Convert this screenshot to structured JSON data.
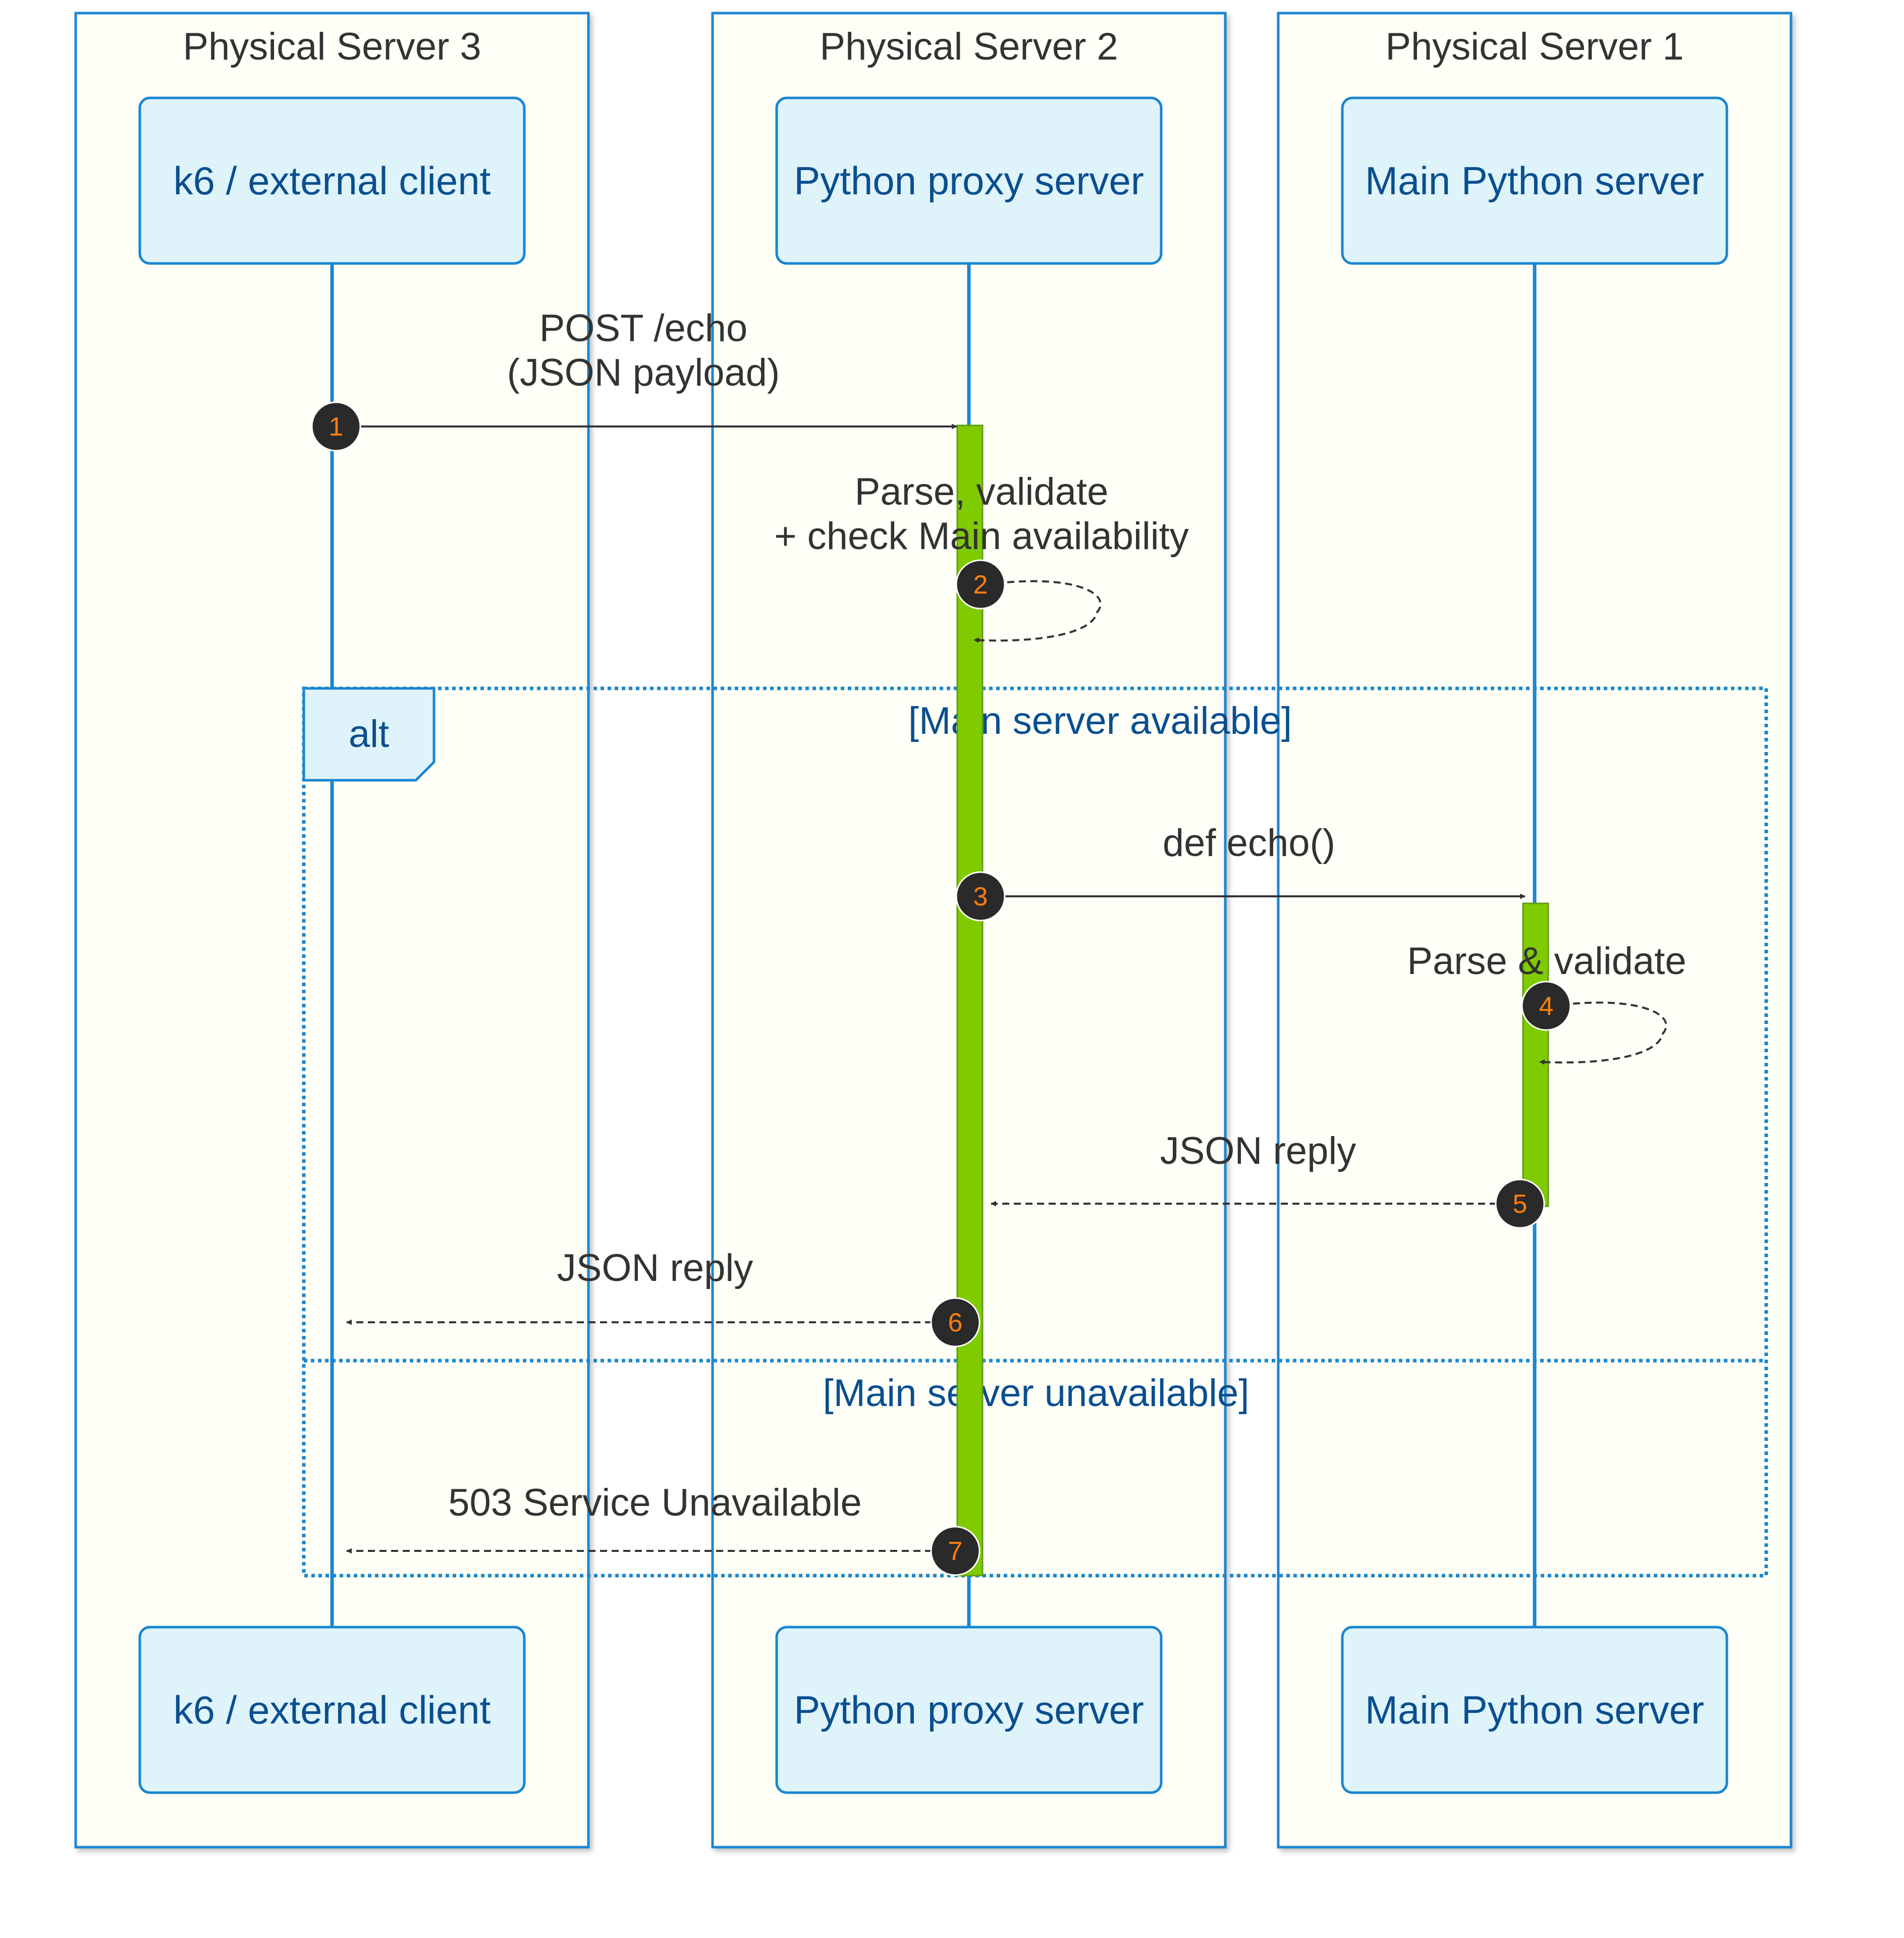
{
  "groups": [
    {
      "id": "g3",
      "label": "Physical Server 3"
    },
    {
      "id": "g2",
      "label": "Physical Server 2"
    },
    {
      "id": "g1",
      "label": "Physical Server 1"
    }
  ],
  "participants": [
    {
      "id": "client",
      "label": "k6 / external client"
    },
    {
      "id": "proxy",
      "label": "Python proxy server"
    },
    {
      "id": "main",
      "label": "Main Python server"
    }
  ],
  "messages": [
    {
      "number": "1",
      "from": "client",
      "to": "proxy",
      "kind": "sync",
      "text": [
        "POST /echo",
        "(JSON payload)"
      ]
    },
    {
      "number": "2",
      "from": "proxy",
      "to": "proxy",
      "kind": "self",
      "text": [
        "Parse, validate",
        "+ check Main availability"
      ]
    },
    {
      "number": "3",
      "from": "proxy",
      "to": "main",
      "kind": "sync",
      "text": [
        "def echo()"
      ]
    },
    {
      "number": "4",
      "from": "main",
      "to": "main",
      "kind": "self",
      "text": [
        "Parse & validate"
      ]
    },
    {
      "number": "5",
      "from": "main",
      "to": "proxy",
      "kind": "reply",
      "text": [
        "JSON reply"
      ]
    },
    {
      "number": "6",
      "from": "proxy",
      "to": "client",
      "kind": "reply",
      "text": [
        "JSON reply"
      ]
    },
    {
      "number": "7",
      "from": "proxy",
      "to": "client",
      "kind": "reply",
      "text": [
        "503 Service Unavailable"
      ]
    }
  ],
  "alt_frame": {
    "label": "alt",
    "conditions": [
      "[Main server available]",
      "[Main server unavailable]"
    ]
  },
  "colors": {
    "group_fill": "#fffff8",
    "group_stroke": "#1a86cf",
    "actor_fill": "#dff3fb",
    "actor_stroke": "#1a86cf",
    "actor_text": "#0a4f8f",
    "lifeline": "#1a86cf",
    "activation_fill": "#7fcb00",
    "activation_stroke": "#5f9d12",
    "arrow": "#333333",
    "badge_fill": "#2a2a2a",
    "badge_text": "#ff7f0e",
    "message_text": "#333333",
    "frame_stroke": "#1a86cf",
    "condition_text": "#0a4f8f"
  }
}
